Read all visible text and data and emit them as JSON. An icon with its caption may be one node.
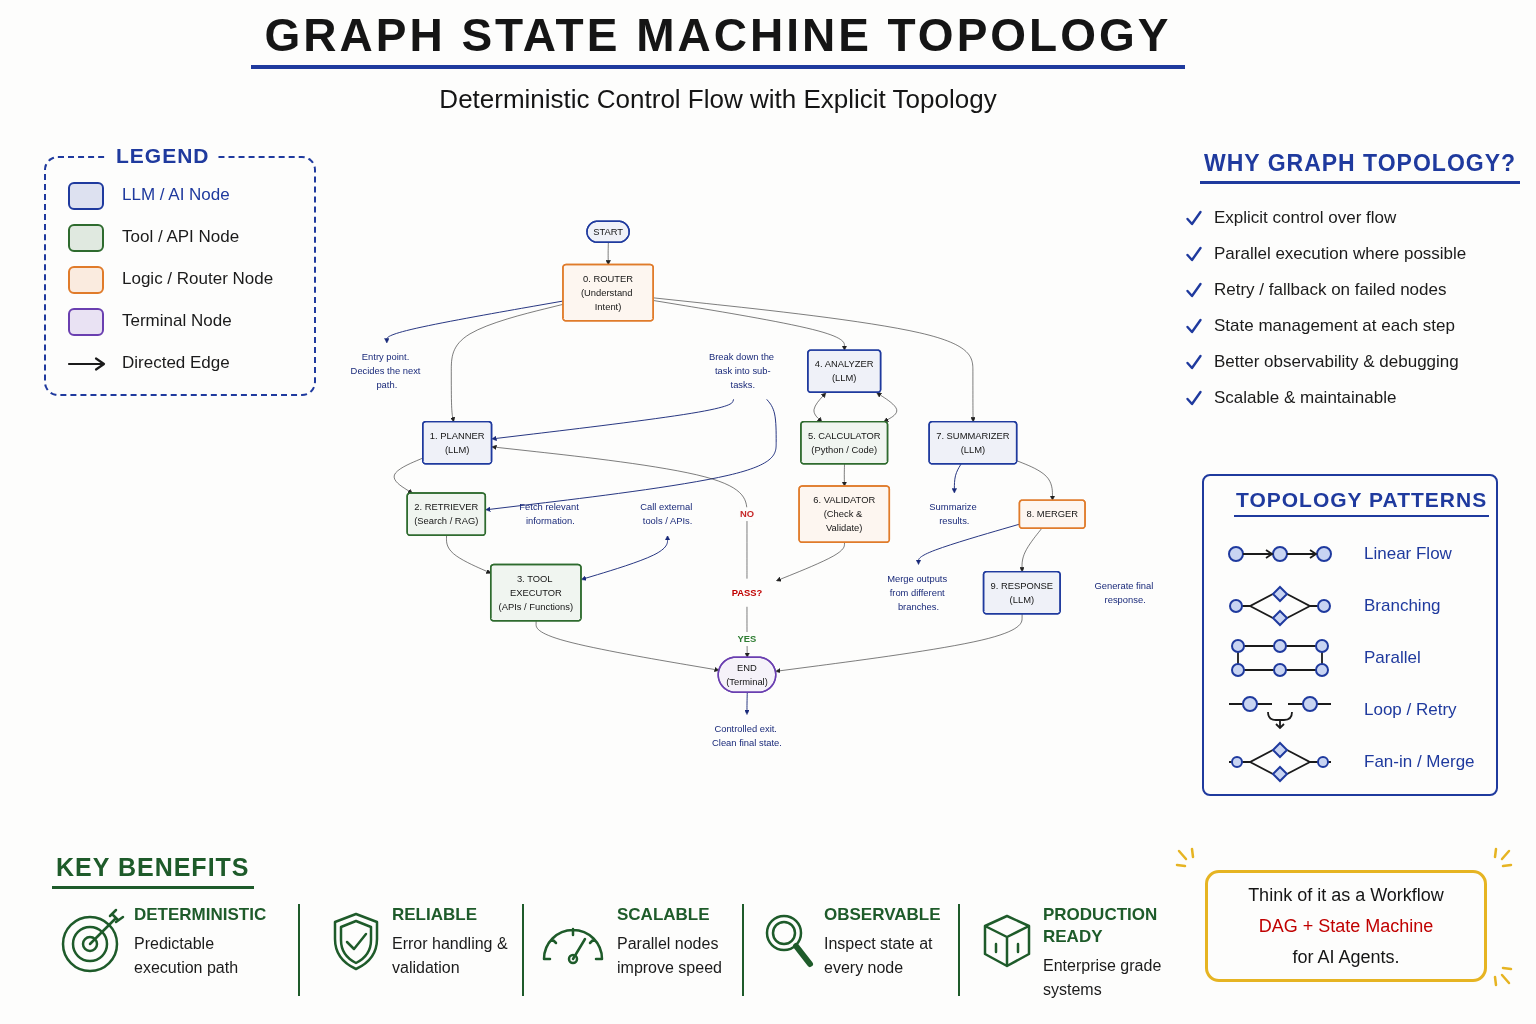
{
  "diagram": {
    "title": "GRAPH STATE MACHINE TOPOLOGY",
    "nodes": [
      {
        "text": [
          "START"
        ]
      },
      {
        "text": [
          "0. ROUTER",
          "(Understand Intent)"
        ]
      },
      {
        "text": [
          "Entry point. Decides the next path."
        ]
      },
      {
        "text": [
          "1. PLANNER",
          "(LLM)"
        ]
      },
      {
        "text": [
          "4. ANALYZER",
          "(LLM)"
        ]
      },
      {
        "text": [
          "7. SUMMARIZER",
          "(LLM)"
        ]
      },
      {
        "text": [
          "Summarize results."
        ]
      },
      {
        "text": [
          "Break down the task into sub-tasks."
        ]
      },
      {
        "text": [
          "2. RETRIEVER",
          "(Search / RAG)"
        ],
        "beside": [
          "Fetch relevant information."
        ]
      },
      {
        "text": [
          "5. CALCULATOR",
          "(Python / Code)"
        ]
      },
      {
        "text": [
          "8. MERGER"
        ]
      },
      {
        "text": [
          "Merge outputs from different branches."
        ]
      },
      {
        "text": [
          "Call external tools / APIs."
        ]
      },
      {
        "text": [
          "3. TOOL EXECUTOR",
          "(APIs / Functions)"
        ]
      },
      {
        "text": [
          "6. VALIDATOR",
          "(Check & Validate)"
        ]
      },
      {
        "text": [
          "9. RESPONSE",
          "(LLM)"
        ],
        "beside": [
          "Generate final response."
        ]
      },
      {
        "text": [
          "PASS?"
        ]
      },
      {
        "text": [
          "END",
          "(Terminal)"
        ]
      },
      {
        "text": [
          "Controlled exit. Clean final state."
        ]
      }
    ],
    "edges": [
      {
        "from": 0,
        "to": 1,
        "arrow": "to"
      },
      {
        "from": 1,
        "to": 2,
        "arrow": "to",
        "color": "#1a2a7a"
      },
      {
        "from": 1,
        "to": 3,
        "arrow": "to"
      },
      {
        "from": 1,
        "to": 4,
        "arrow": "to"
      },
      {
        "from": 1,
        "to": 5,
        "arrow": "to"
      },
      {
        "from": 5,
        "to": 6,
        "arrow": "to",
        "color": "#1a2a7a"
      },
      {
        "from": 7,
        "to": 3,
        "arrow": "to",
        "color": "#1a2a7a"
      },
      {
        "from": 7,
        "to": 8,
        "arrow": "to",
        "color": "#1a2a7a"
      },
      {
        "from": 3,
        "to": 8,
        "arrow": "to"
      },
      {
        "from": 4,
        "to": 9,
        "arrow": "both"
      },
      {
        "from": 9,
        "to": 4,
        "arrow": "both"
      },
      {
        "from": 5,
        "to": 10,
        "arrow": "to"
      },
      {
        "from": 10,
        "to": 11,
        "arrow": "to",
        "color": "#1a2a7a"
      },
      {
        "from": 8,
        "to": 13,
        "arrow": "to"
      },
      {
        "from": 12,
        "to": 13,
        "arrow": "both",
        "color": "#1a2a7a"
      },
      {
        "from": 9,
        "to": 14,
        "arrow": "to"
      },
      {
        "from": 10,
        "to": 15,
        "arrow": "to"
      },
      {
        "from": 14,
        "to": 16,
        "arrow": "to"
      },
      {
        "from": 16,
        "to": 17,
        "arrow": "to",
        "label": "YES"
      },
      {
        "from": 16,
        "to": 3,
        "arrow": "to",
        "label": "NO"
      },
      {
        "from": 13,
        "to": 17,
        "arrow": "to"
      },
      {
        "from": 15,
        "to": 17,
        "arrow": "to"
      },
      {
        "from": 17,
        "to": 18,
        "arrow": "to",
        "color": "#1a2a7a"
      }
    ],
    "labels": [
      "Deterministic Control Flow with Explicit Topology",
      "LEGEND",
      "WHY GRAPH TOPOLOGY?",
      "Explicit control over flow",
      "Parallel execution where possible",
      "Retry / fallback on failed nodes",
      "State management at each step",
      "Better observability & debugging",
      "Scalable & maintainable",
      "TOPOLOGY PATTERNS",
      "Linear Flow",
      "Branching",
      "Parallel",
      "Loop / Retry",
      "Fan-in / Merge",
      "KEY BENEFITS",
      "DETERMINISTIC",
      "Predictable execution path",
      "RELIABLE",
      "Error handling & validation",
      "SCALABLE",
      "Parallel nodes improve speed",
      "OBSERVABLE",
      "Inspect state at every node",
      "PRODUCTION READY",
      "Enterprise grade systems",
      "Think of it as a Workflow",
      "DAG + State Machine",
      "for AI Agents."
    ],
    "legend": [
      {
        "text": "LLM / AI Node",
        "color": "#1f3a9e"
      },
      {
        "text": "Tool / API Node",
        "color": "#2e6b2e"
      },
      {
        "text": "Logic / Router Node",
        "color": "#e07b2a"
      },
      {
        "text": "Terminal Node",
        "color": "#6a3fb0"
      },
      {
        "text": "Directed Edge"
      }
    ]
  }
}
